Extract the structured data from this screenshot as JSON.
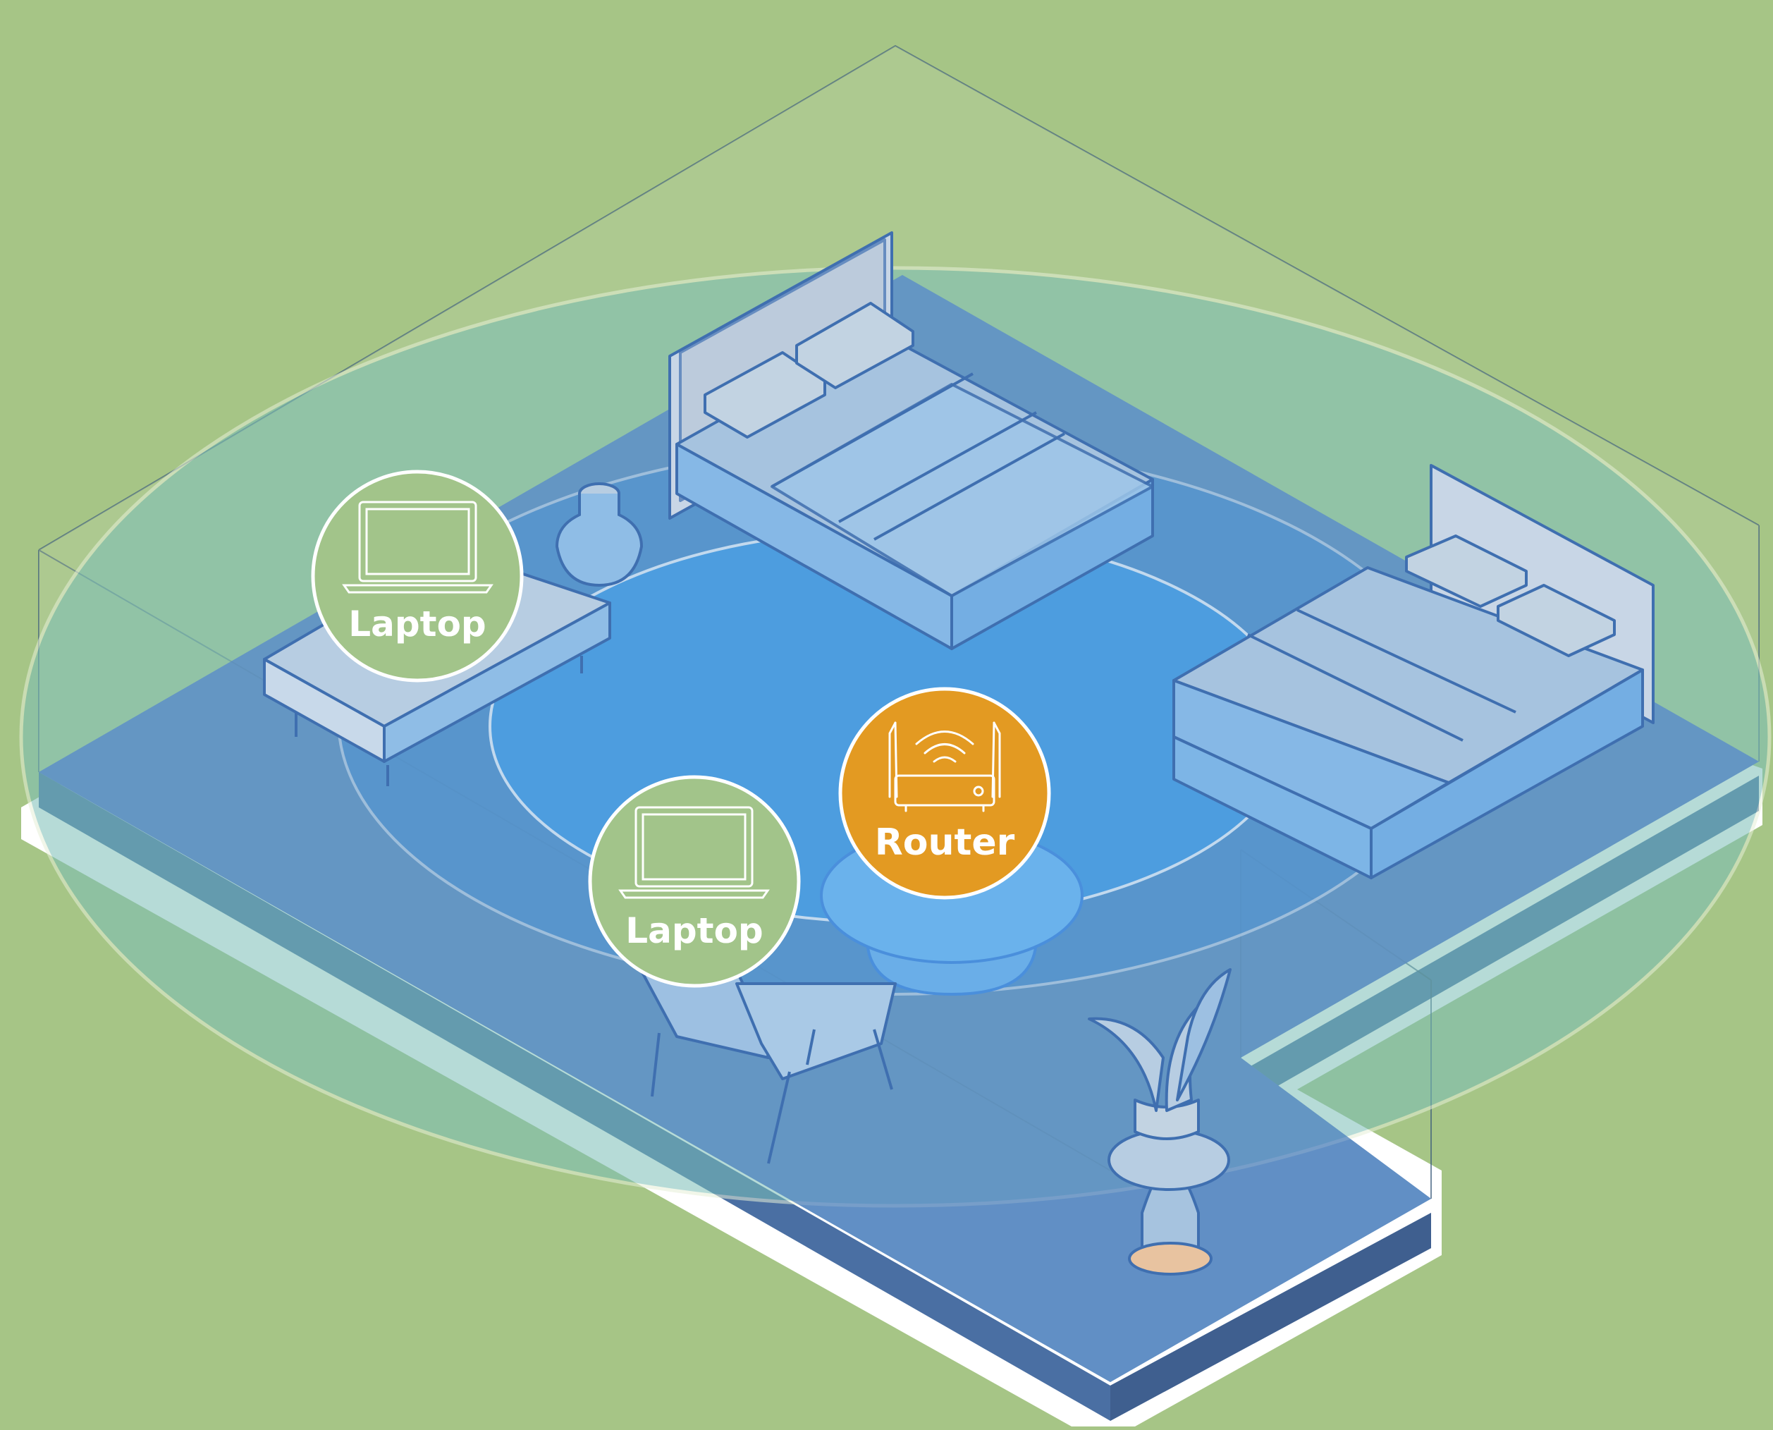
{
  "devices": {
    "laptop_1": {
      "label": "Laptop",
      "icon": "laptop-icon"
    },
    "laptop_2": {
      "label": "Laptop",
      "icon": "laptop-icon"
    },
    "router": {
      "label": "Router",
      "icon": "router-wifi-icon"
    }
  },
  "signal_rings": {
    "count": 3
  },
  "furniture_icons": [
    "double-bed-icon",
    "single-bed-icon",
    "bench-icon",
    "vase-icon",
    "round-table-icon",
    "armchair-icon",
    "potted-plant-icon"
  ],
  "colors": {
    "background": "#a6c586",
    "floor": "#5f8ec4",
    "floor_side": "#4a75a8",
    "signal_inner": "#4ea0e4",
    "signal_outer": "#6fb6c8",
    "laptop_badge": "#a2c48a",
    "router_badge": "#e39a22",
    "outline": "#ffffff"
  }
}
